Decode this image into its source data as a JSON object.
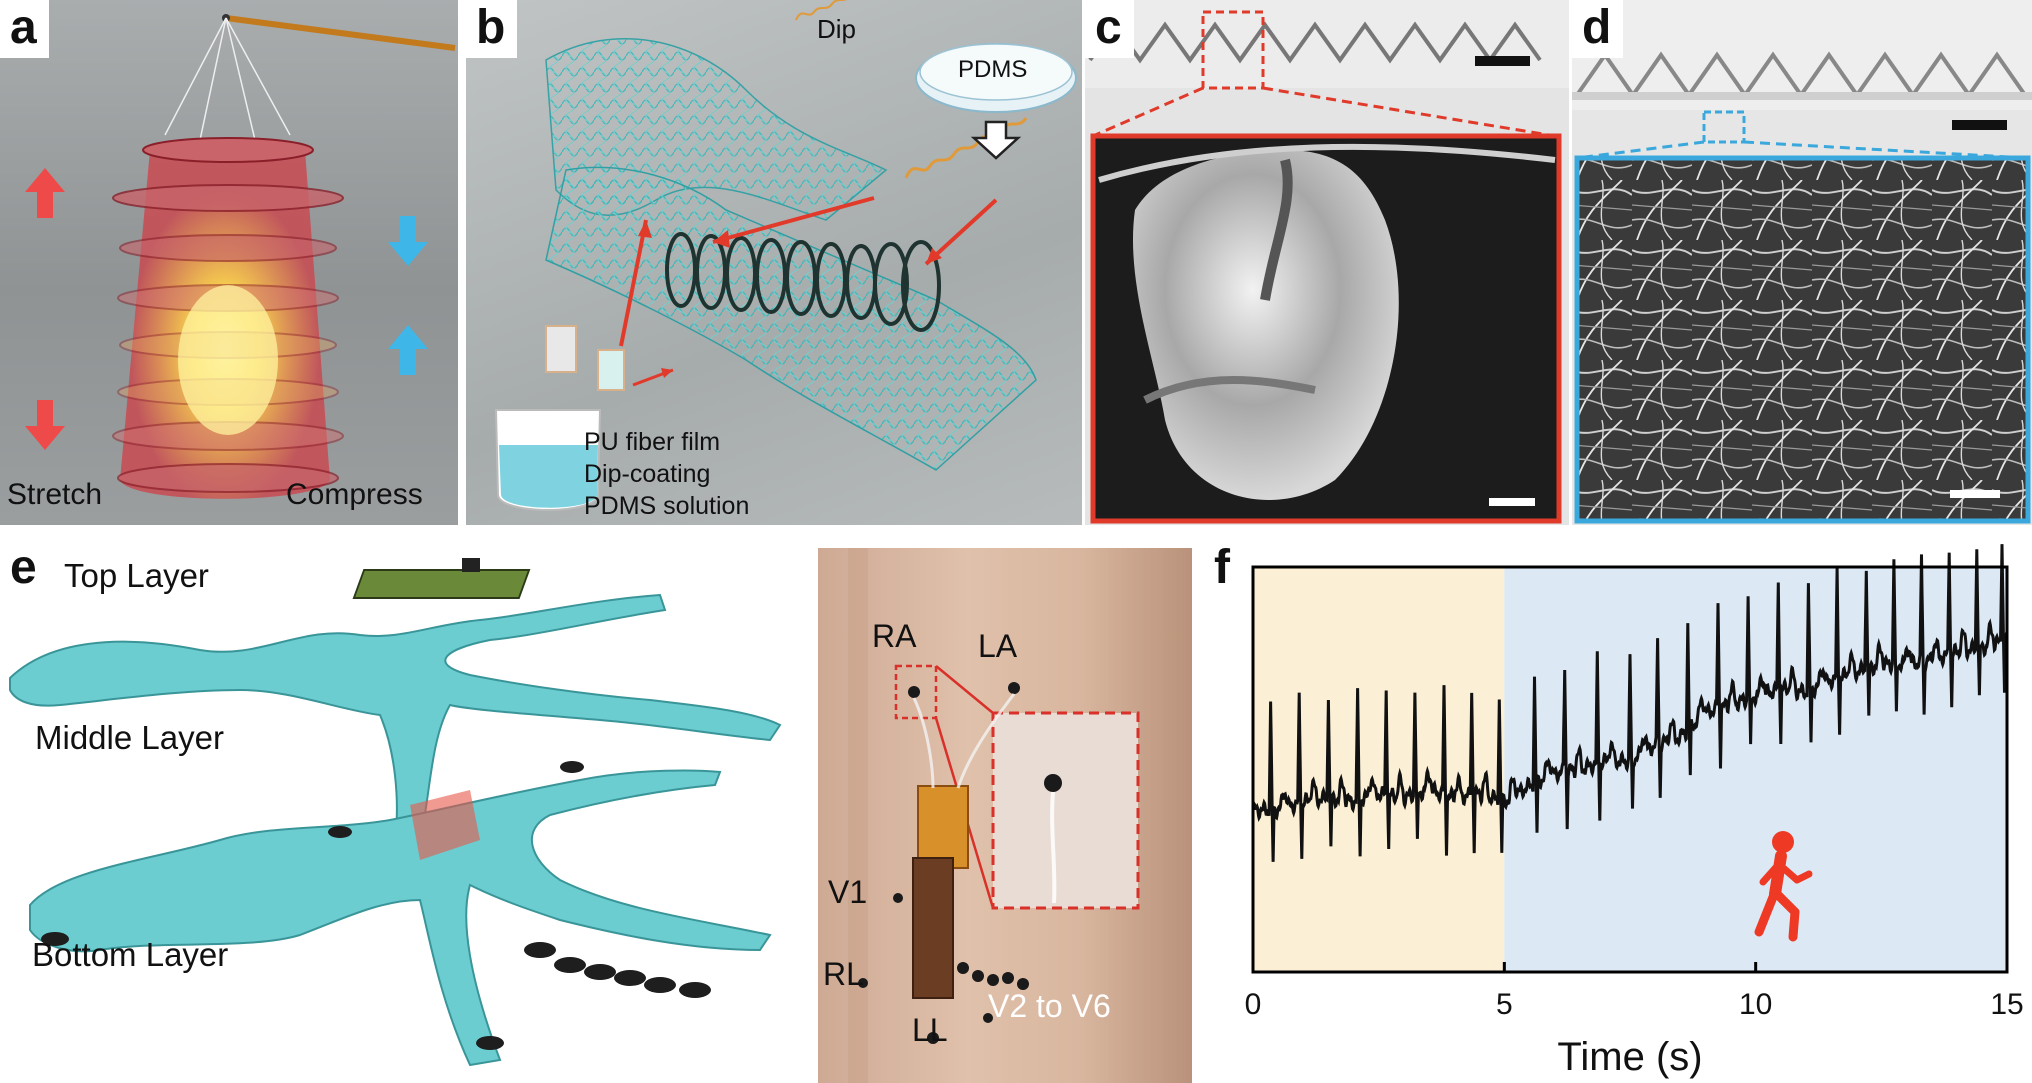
{
  "panels": {
    "a": {
      "label": "a",
      "stretch": "Stretch",
      "compress": "Compress"
    },
    "b": {
      "label": "b",
      "dip": "Dip",
      "pdms": "PDMS",
      "caption_lines": [
        "PU fiber film",
        "Dip-coating",
        "PDMS solution"
      ]
    },
    "c": {
      "label": "c"
    },
    "d": {
      "label": "d"
    },
    "e": {
      "label": "e",
      "top_layer": "Top Layer",
      "middle_layer": "Middle Layer",
      "bottom_layer": "Bottom Layer",
      "electrodes": {
        "ra": "RA",
        "la": "LA",
        "v1": "V1",
        "rl": "RL",
        "ll": "LL",
        "v2v6": "V2 to V6"
      }
    },
    "f": {
      "label": "f"
    }
  },
  "colors": {
    "stretch_arrow": "#ef4a4a",
    "compress_arrow": "#3fb6e8",
    "rest_bg": "#fbf0d6",
    "walk_bg": "#dce9f5",
    "rest_icon": "#3aa8dc",
    "walk_icon": "#ee3a24",
    "c_frame": "#e03a2a",
    "d_frame": "#3aa8dc"
  },
  "icons": {
    "rest": "standing-person-icon",
    "walk": "walking-person-icon"
  },
  "chart_data": {
    "type": "line",
    "title": "",
    "xlabel": "Time (s)",
    "ylabel": "",
    "xlim": [
      0,
      15
    ],
    "xticks": [
      0,
      5,
      10,
      15
    ],
    "regions": [
      {
        "from": 0,
        "to": 5,
        "icon": "standing-person-icon"
      },
      {
        "from": 5,
        "to": 15,
        "icon": "walking-person-icon"
      }
    ],
    "series": [
      {
        "values": [
          [
            0.0,
            0.4
          ],
          [
            0.5,
            0.4
          ],
          [
            1.0,
            0.42
          ],
          [
            1.5,
            0.43
          ],
          [
            2.0,
            0.42
          ],
          [
            2.5,
            0.44
          ],
          [
            3.0,
            0.43
          ],
          [
            3.5,
            0.45
          ],
          [
            4.0,
            0.43
          ],
          [
            4.5,
            0.44
          ],
          [
            5.0,
            0.42
          ],
          [
            5.5,
            0.46
          ],
          [
            6.0,
            0.49
          ],
          [
            6.5,
            0.5
          ],
          [
            7.0,
            0.52
          ],
          [
            7.5,
            0.52
          ],
          [
            8.0,
            0.56
          ],
          [
            8.5,
            0.58
          ],
          [
            9.0,
            0.64
          ],
          [
            9.5,
            0.66
          ],
          [
            10.0,
            0.68
          ],
          [
            10.5,
            0.7
          ],
          [
            11.0,
            0.69
          ],
          [
            11.5,
            0.72
          ],
          [
            12.0,
            0.74
          ],
          [
            12.5,
            0.76
          ],
          [
            13.0,
            0.76
          ],
          [
            13.5,
            0.77
          ],
          [
            14.0,
            0.79
          ],
          [
            14.5,
            0.8
          ],
          [
            15.0,
            0.82
          ]
        ]
      }
    ],
    "r_peak_times": [
      0.35,
      0.92,
      1.5,
      2.08,
      2.65,
      3.22,
      3.8,
      4.35,
      4.9,
      5.6,
      6.2,
      6.85,
      7.5,
      8.05,
      8.65,
      9.25,
      9.85,
      10.45,
      11.05,
      11.62,
      12.2,
      12.75,
      13.3,
      13.85,
      14.4,
      14.9
    ],
    "r_peak_height": 0.26
  }
}
